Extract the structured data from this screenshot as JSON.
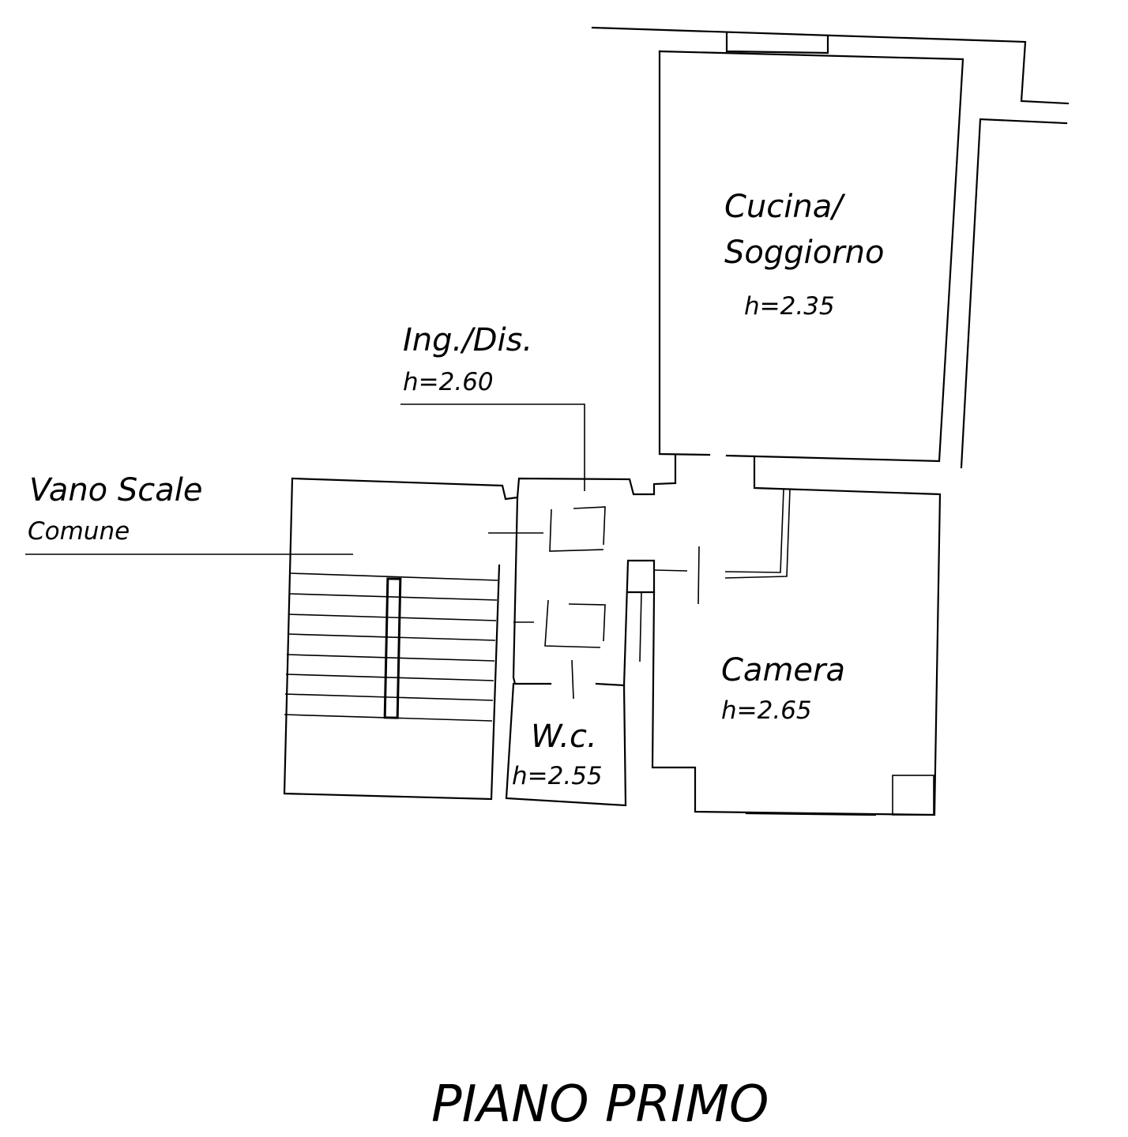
{
  "plan": {
    "title": "PIANO PRIMO",
    "rooms": {
      "cucina": {
        "name_line1": "Cucina/",
        "name_line2": "Soggiorno",
        "height": "h=2.35"
      },
      "ingresso": {
        "name": "Ing./Dis.",
        "height": "h=2.60"
      },
      "vano_scale": {
        "name": "Vano Scale",
        "note": "Comune"
      },
      "camera": {
        "name": "Camera",
        "height": "h=2.65"
      },
      "wc": {
        "name": "W.c.",
        "height": "h=2.55"
      }
    }
  }
}
